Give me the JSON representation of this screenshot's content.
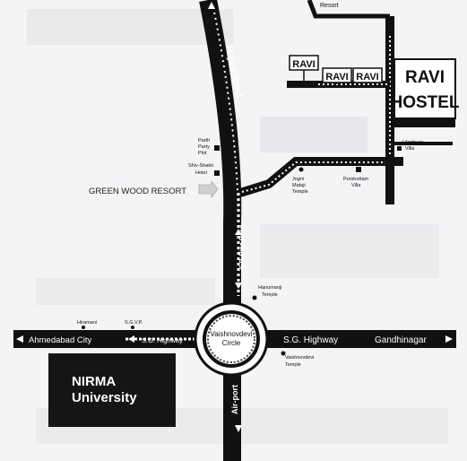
{
  "roads": {
    "rajkot_road": "Rajkot Road",
    "sp_ring_road": "S.P. Ring Road",
    "airport": "Air-port",
    "sg_highway_left": "S.G. Highway",
    "sg_highway_right": "S.G. Highway",
    "ahmedabad_city": "Ahmedabad City",
    "gandhinagar": "Gandhinagar",
    "resort": "Resort",
    "green_wood_resort": "GREEN WOOD RESORT"
  },
  "circle": {
    "label_line1": "Vaishnovdevi",
    "label_line2": "Circle"
  },
  "places": {
    "parth_plot": [
      "Parth",
      "Party",
      "Plot"
    ],
    "shiv_shakti": [
      "Shiv-Shakti",
      "Hotel"
    ],
    "jogni_mataji": [
      "Jogni",
      "Mataji",
      "Temple"
    ],
    "purshottam": [
      "Purshottam",
      "Villa"
    ],
    "lileshwar": [
      "Lileshwar",
      "Villa"
    ],
    "hanumanji": [
      "Hanumanji",
      "Temple"
    ],
    "vaishnovdevi_temple": [
      "Vaishnovdevi",
      "Temple"
    ],
    "hiramani": "Hiramani",
    "sgvp": "S.G.V.P."
  },
  "ravi": {
    "signs": [
      "RAVI",
      "RAVI",
      "RAVI"
    ],
    "hostel_line1": "RAVI",
    "hostel_line2": "HOSTEL"
  },
  "nirma": {
    "line1": "NIRMA",
    "line2": "University"
  },
  "colors": {
    "road": "#111111",
    "route": "#ffffff",
    "background": "#f4f4f6",
    "box": "#151515"
  }
}
